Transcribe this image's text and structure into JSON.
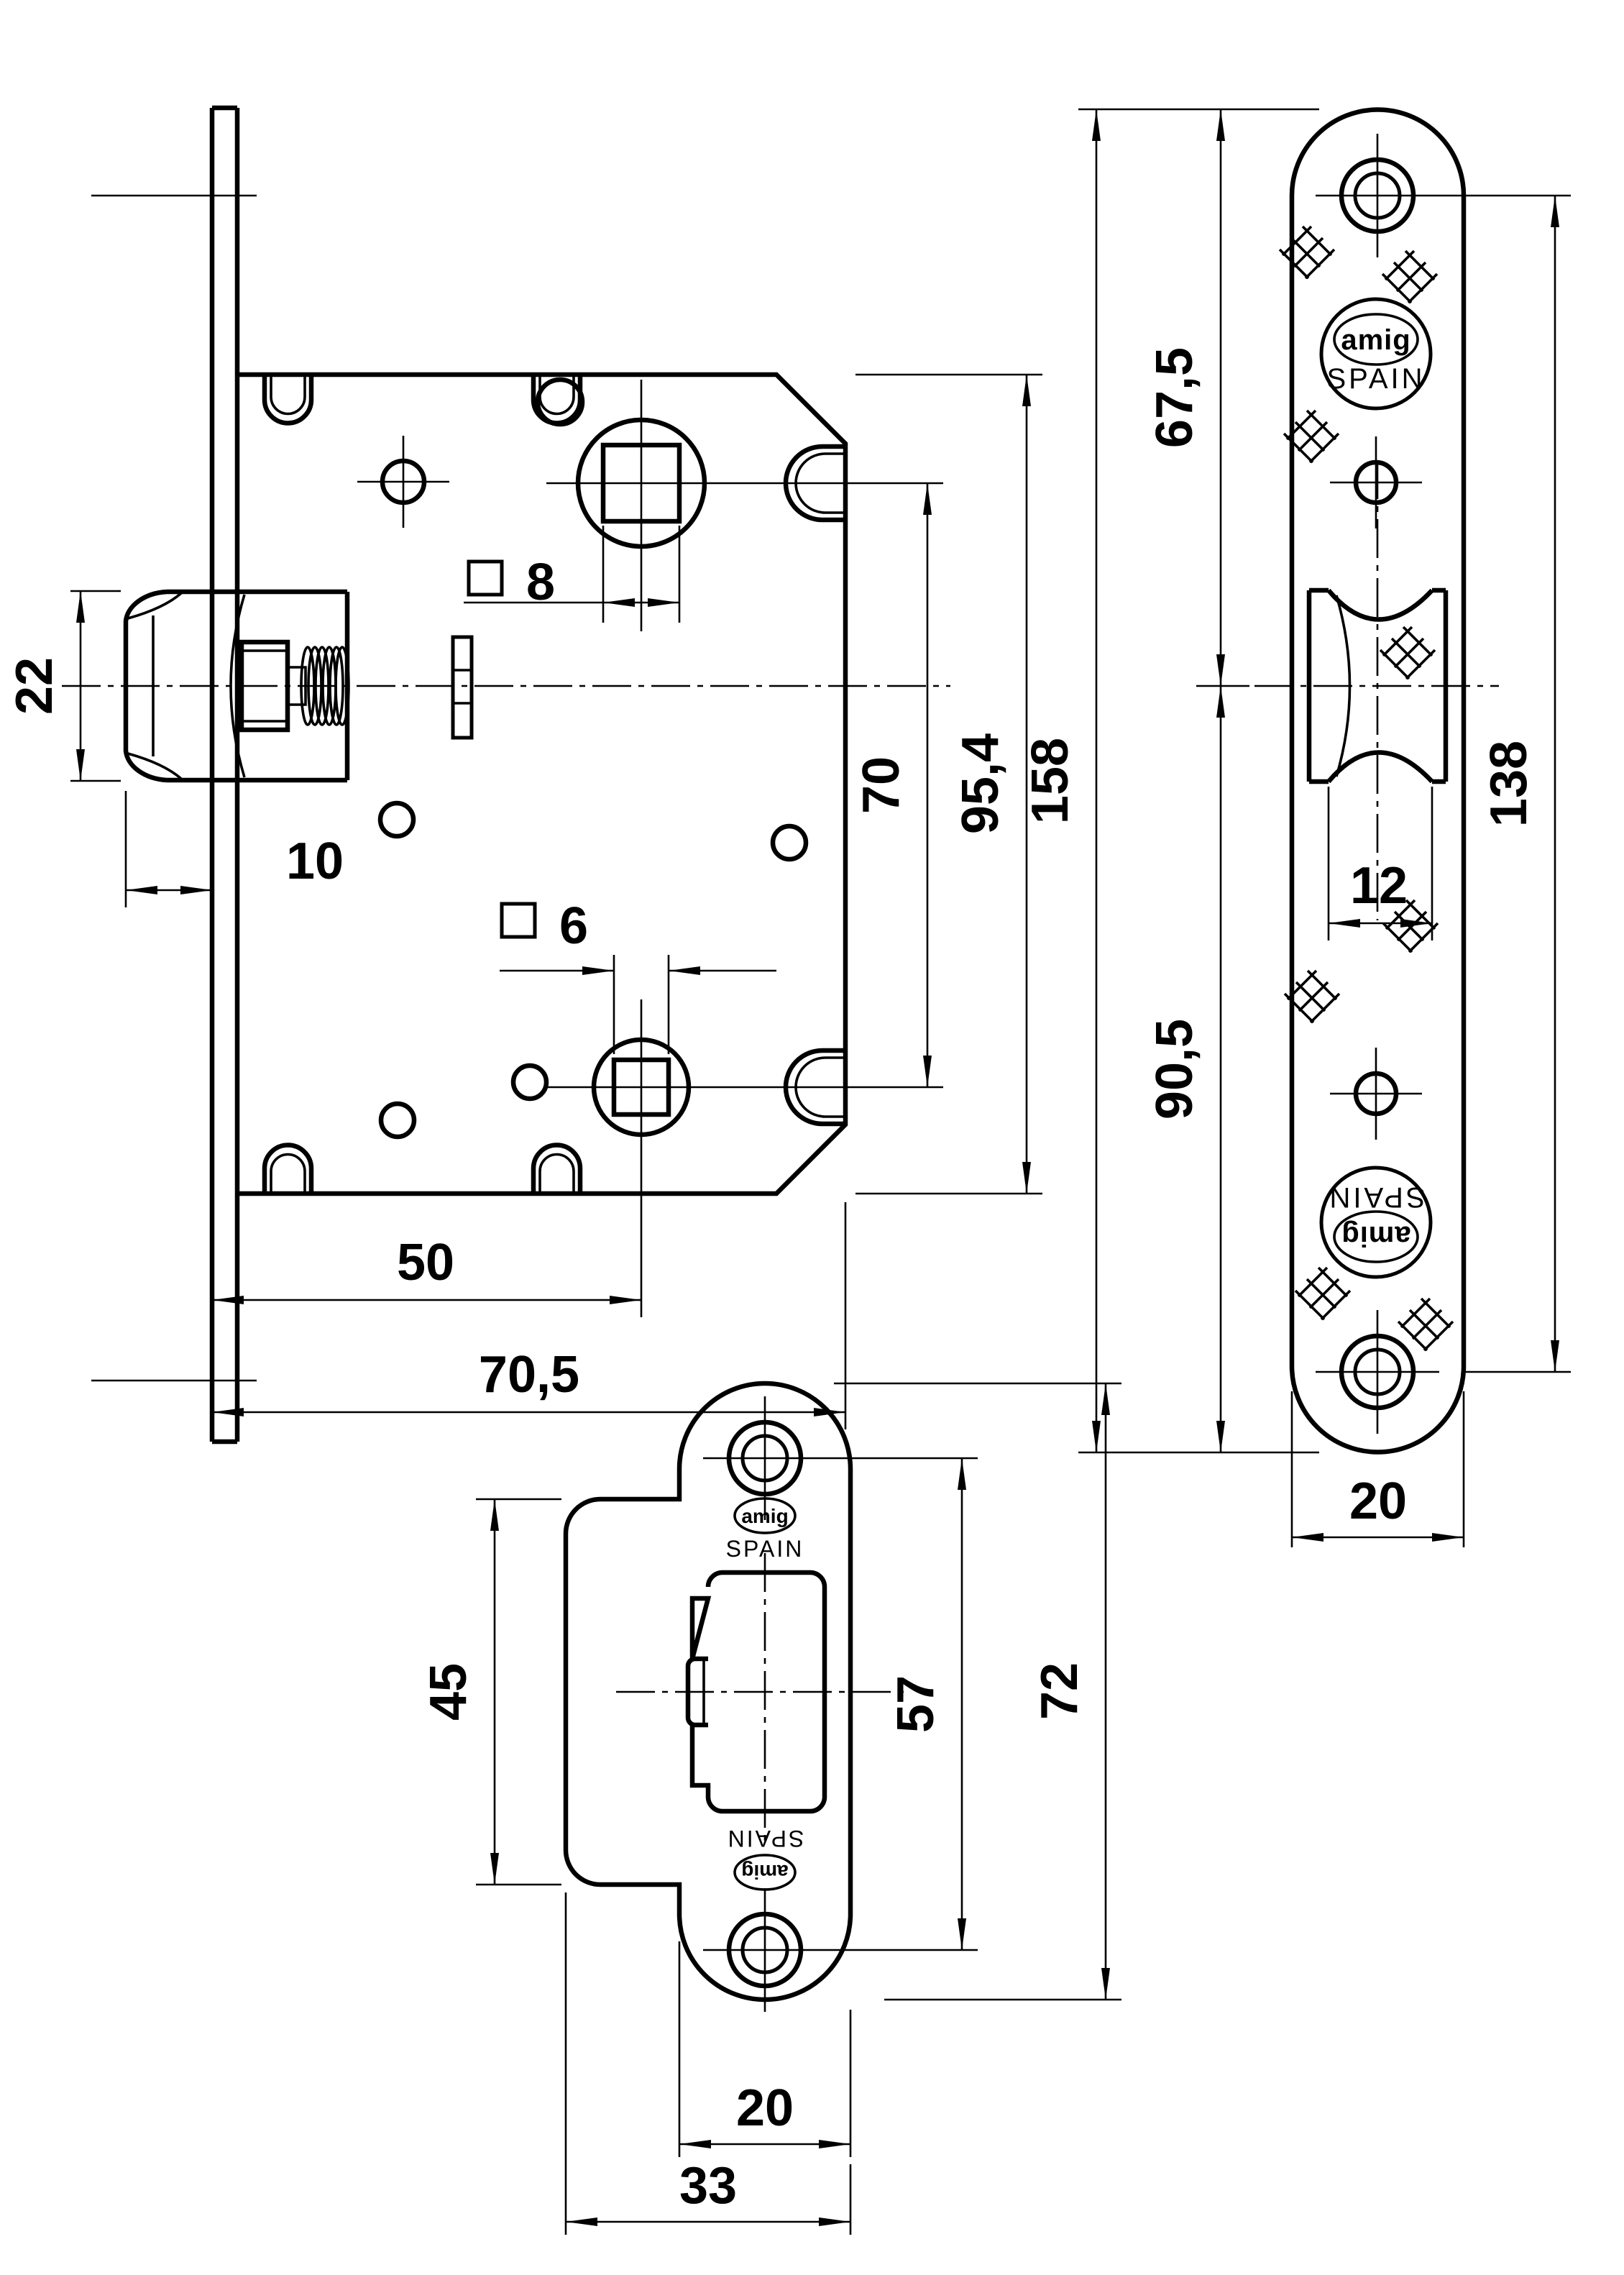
{
  "drawing": {
    "brand": {
      "logo_text": "amig",
      "origin_text": "SPAIN"
    },
    "lock_case_view": {
      "dims": {
        "latch_height": "22",
        "latch_protrusion": "10",
        "handle_square": "8",
        "wc_square": "6",
        "backset": "50",
        "case_depth": "70,5",
        "square_spacing": "70",
        "case_height": "95,4"
      }
    },
    "faceplate_view": {
      "dims": {
        "plate_length": "158",
        "top_to_axis": "67,5",
        "axis_to_bottom": "90,5",
        "screw_spacing": "138",
        "latch_width": "12",
        "plate_width": "20"
      }
    },
    "strike_view": {
      "dims": {
        "recess_height": "45",
        "screw_spacing": "57",
        "plate_height": "72",
        "plate_width": "20",
        "total_width": "33"
      }
    }
  }
}
